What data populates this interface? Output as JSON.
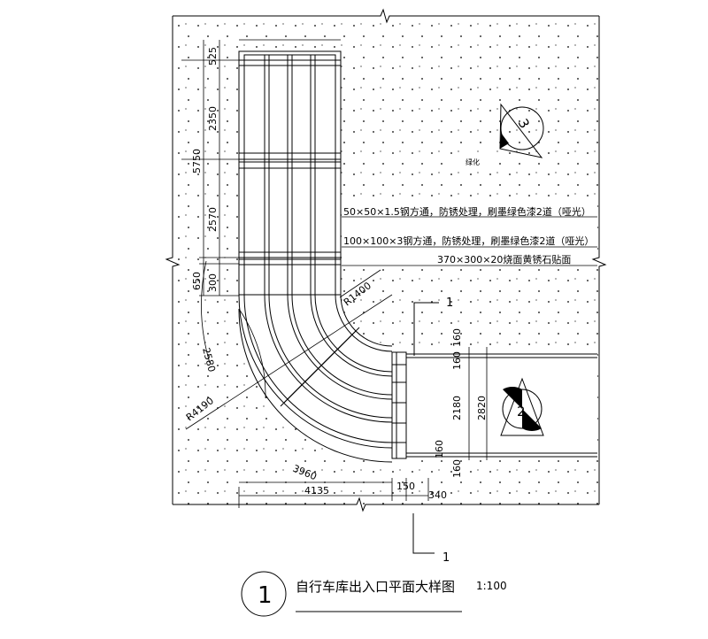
{
  "annotations": {
    "steel_50": "50×50×1.5钢方通，防锈处理，刷墨绿色漆2道（哑光）",
    "steel_100": "100×100×3钢方通，防锈处理，刷墨绿色漆2道（哑光）",
    "stone": "370×300×20烧面黄锈石贴面",
    "greening": "绿化"
  },
  "dimensions": {
    "d525": "525",
    "d2350": "2350",
    "d5750": "5750",
    "d2570": "2570",
    "d650": "650",
    "d300": "300",
    "r1400": "R1400",
    "r4190": "R4190",
    "d2580": "2580",
    "d160a": "160",
    "d160b": "160",
    "d2180": "2180",
    "d2820": "2820",
    "d160c": "160",
    "d160d": "160",
    "d3960": "3960",
    "d4135": "4135",
    "d150": "150",
    "d340": "340"
  },
  "section_marks": {
    "sec1_top": "1",
    "sec1_bottom": "1",
    "detail2": "2",
    "detail3": "3"
  },
  "title_block": {
    "number": "1",
    "title": "自行车库出入口平面大样图",
    "scale": "1:100"
  }
}
